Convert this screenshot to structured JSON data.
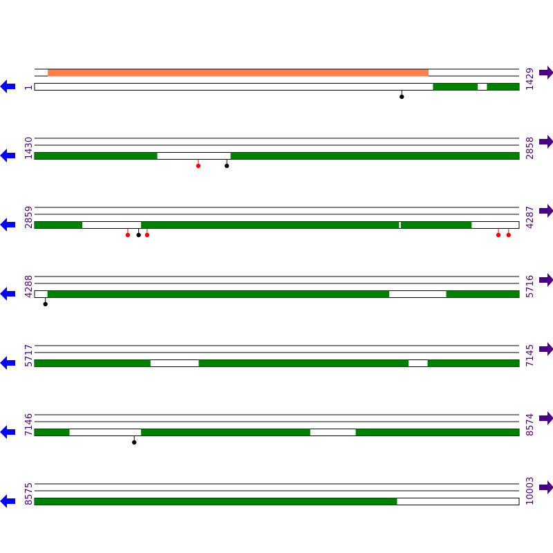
{
  "title": "",
  "colors": {
    "track_line": "#000000",
    "domain_green": "#008000",
    "signal_orange": "#ff7f50",
    "marker_red": "#ff0000",
    "marker_black": "#000000",
    "arrow_left": "#0000ff",
    "arrow_right": "#4b0082",
    "label": "#4b006e"
  },
  "icons": {
    "left": "arrow-left-icon",
    "right": "arrow-right-icon"
  },
  "rows": [
    {
      "start": "1",
      "end": "1429",
      "s": 1,
      "e": 1429,
      "top_bars": [
        {
          "from": 40,
          "to": 1162,
          "color": "signal_orange"
        }
      ],
      "bars": [
        {
          "from": 1176,
          "to": 1307
        },
        {
          "from": 1335,
          "to": 1429
        }
      ],
      "markers": [
        {
          "pos": 1084,
          "color": "marker_black"
        }
      ]
    },
    {
      "start": "1430",
      "end": "2858",
      "s": 1430,
      "e": 2858,
      "top_bars": [],
      "bars": [
        {
          "from": 1430,
          "to": 1791
        },
        {
          "from": 2008,
          "to": 2858
        }
      ],
      "markers": [
        {
          "pos": 1913,
          "color": "marker_red"
        },
        {
          "pos": 1997,
          "color": "marker_black"
        }
      ]
    },
    {
      "start": "2859",
      "end": "4287",
      "s": 2859,
      "e": 4287,
      "top_bars": [],
      "bars": [
        {
          "from": 2859,
          "to": 2999
        },
        {
          "from": 3173,
          "to": 3933
        },
        {
          "from": 3939,
          "to": 4147
        }
      ],
      "markers": [
        {
          "pos": 3134,
          "color": "marker_red"
        },
        {
          "pos": 3166,
          "color": "marker_black"
        },
        {
          "pos": 3191,
          "color": "marker_red"
        },
        {
          "pos": 4227,
          "color": "marker_red"
        },
        {
          "pos": 4257,
          "color": "marker_red"
        }
      ]
    },
    {
      "start": "4288",
      "end": "5716",
      "s": 4288,
      "e": 5716,
      "top_bars": [],
      "bars": [
        {
          "from": 4326,
          "to": 5333
        },
        {
          "from": 5502,
          "to": 5716
        }
      ],
      "markers": [
        {
          "pos": 4320,
          "color": "marker_black"
        }
      ]
    },
    {
      "start": "5717",
      "end": "7145",
      "s": 5717,
      "e": 7145,
      "top_bars": [],
      "bars": [
        {
          "from": 5717,
          "to": 6058
        },
        {
          "from": 6201,
          "to": 6819
        },
        {
          "from": 6876,
          "to": 7145
        }
      ],
      "markers": []
    },
    {
      "start": "7146",
      "end": "8574",
      "s": 7146,
      "e": 8574,
      "top_bars": [],
      "bars": [
        {
          "from": 7146,
          "to": 7248
        },
        {
          "from": 7460,
          "to": 7958
        },
        {
          "from": 8093,
          "to": 8574
        }
      ],
      "markers": [
        {
          "pos": 7440,
          "color": "marker_black"
        }
      ]
    },
    {
      "start": "8575",
      "end": "10003",
      "s": 8575,
      "e": 10003,
      "top_bars": [],
      "bars": [
        {
          "from": 8575,
          "to": 9643
        }
      ],
      "markers": []
    }
  ]
}
